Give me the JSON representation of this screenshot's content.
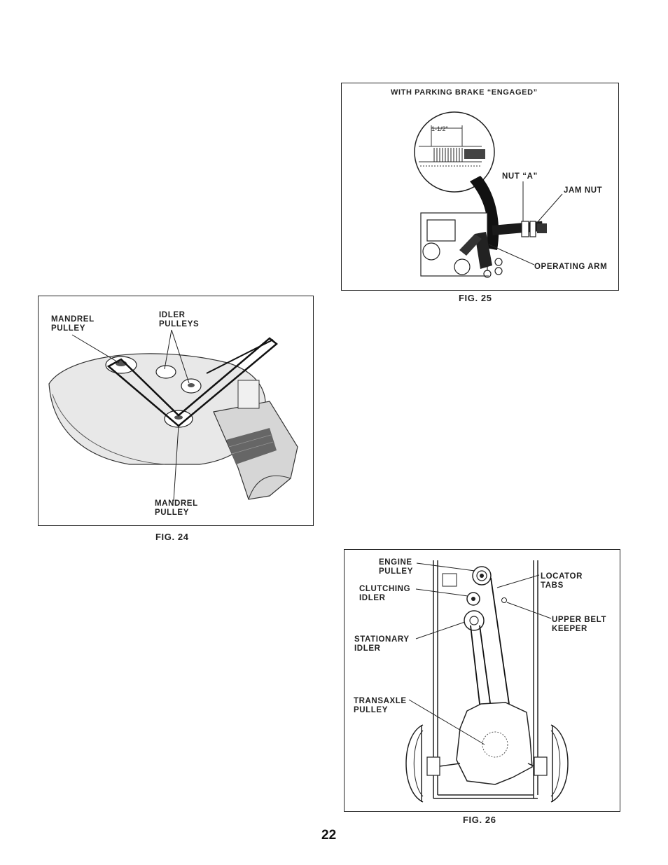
{
  "page_number": "22",
  "fig24": {
    "caption": "FIG. 24",
    "labels": {
      "mandrel_pulley_top": "MANDREL\nPULLEY",
      "idler_pulleys": "IDLER\nPULLEYS",
      "mandrel_pulley_bottom": "MANDREL\nPULLEY"
    }
  },
  "fig25": {
    "caption": "FIG. 25",
    "title": "WITH PARKING BRAKE “ENGAGED”",
    "labels": {
      "dimension": "1-1/2\"",
      "nut_a": "NUT “A”",
      "jam_nut": "JAM NUT",
      "operating_arm": "OPERATING ARM"
    }
  },
  "fig26": {
    "caption": "FIG. 26",
    "labels": {
      "engine_pulley": "ENGINE\nPULLEY",
      "clutching_idler": "CLUTCHING\nIDLER",
      "stationary_idler": "STATIONARY\nIDLER",
      "transaxle_pulley": "TRANSAXLE\nPULLEY",
      "locator_tabs": "LOCATOR\nTABS",
      "upper_belt_keeper": "UPPER BELT\nKEEPER"
    }
  }
}
